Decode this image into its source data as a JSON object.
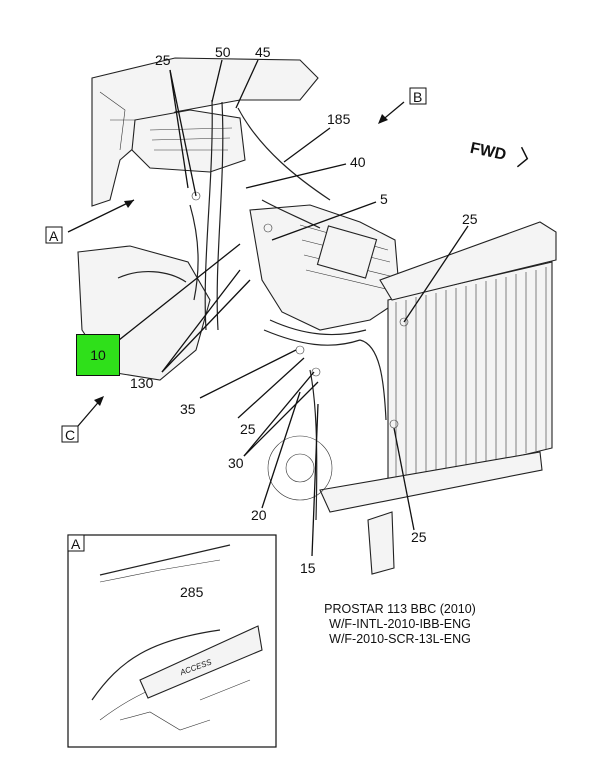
{
  "labels": {
    "n25a": "25",
    "n50": "50",
    "n45": "45",
    "n185": "185",
    "n40": "40",
    "n5": "5",
    "n25b": "25",
    "n10": "10",
    "n130": "130",
    "n35": "35",
    "n25c": "25",
    "n30": "30",
    "n20": "20",
    "n15": "15",
    "n25d": "25",
    "n285": "285"
  },
  "view_tags": {
    "a": "A",
    "b": "B",
    "c": "C",
    "inset": "A"
  },
  "fwd": "FWD",
  "decal_text": "ACCESS",
  "caption": {
    "line1": "PROSTAR 113 BBC (2010)",
    "line2": "W/F-INTL-2010-IBB-ENG",
    "line3": "W/F-2010-SCR-13L-ENG"
  },
  "colors": {
    "highlight": "#2fe01a",
    "line": "#111111"
  }
}
